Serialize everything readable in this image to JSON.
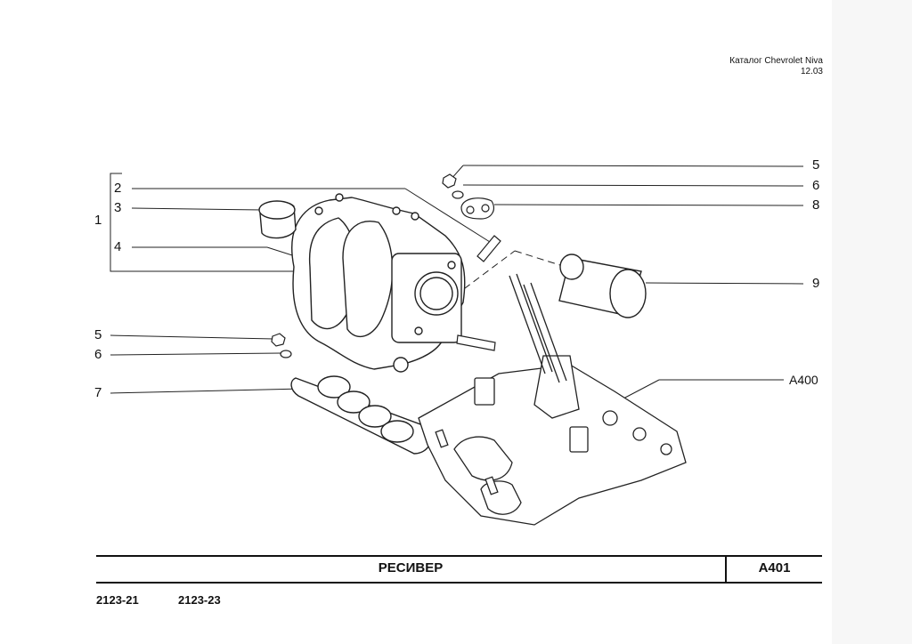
{
  "header": {
    "catalog": "Каталог Chevrolet Niva",
    "date": "12.03"
  },
  "callouts": {
    "c1": "1",
    "c2": "2",
    "c3": "3",
    "c4": "4",
    "c5_left": "5",
    "c6_left": "6",
    "c7": "7",
    "c5_right": "5",
    "c6_right": "6",
    "c8": "8",
    "c9": "9",
    "ref": "A400"
  },
  "title": {
    "name": "РЕСИВЕР",
    "code": "A401"
  },
  "models": [
    "2123-21",
    "2123-23"
  ]
}
